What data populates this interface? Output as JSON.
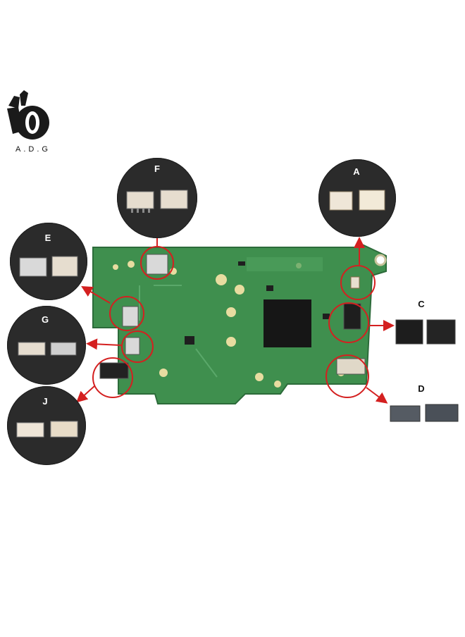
{
  "brand": {
    "text": "A.D.G"
  },
  "callouts": {
    "a": "A",
    "c": "C",
    "d": "D",
    "e": "E",
    "f": "F",
    "g": "G",
    "j": "J"
  },
  "colors": {
    "pcb_green": "#3f8f4e",
    "pcb_dark": "#2f7040",
    "marker_red": "#d42020",
    "callout_bg": "#2b2b2b",
    "connector_beige": "#e6ddcf",
    "chip_black": "#161616"
  }
}
